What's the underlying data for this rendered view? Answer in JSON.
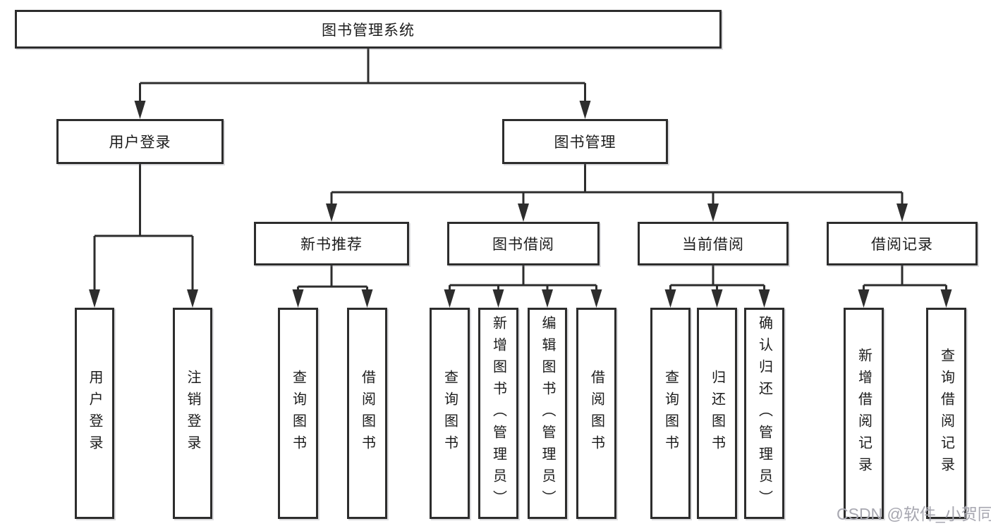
{
  "diagram": {
    "title": "图书管理系统",
    "root": {
      "label": "图书管理系统"
    },
    "level2": [
      {
        "label": "用户登录"
      },
      {
        "label": "图书管理"
      }
    ],
    "level3": [
      {
        "label": "新书推荐"
      },
      {
        "label": "图书借阅"
      },
      {
        "label": "当前借阅"
      },
      {
        "label": "借阅记录"
      }
    ],
    "leaves": {
      "under_user_login": [
        {
          "label": "用户登录"
        },
        {
          "label": "注销登录"
        }
      ],
      "under_new_book": [
        {
          "label": "查询图书"
        },
        {
          "label": "借阅图书"
        }
      ],
      "under_book_borrow": [
        {
          "label": "查询图书"
        },
        {
          "label": "新增图书（管理员）"
        },
        {
          "label": "编辑图书（管理员）"
        },
        {
          "label": "借阅图书"
        }
      ],
      "under_current_borrow": [
        {
          "label": "查询图书"
        },
        {
          "label": "归还图书"
        },
        {
          "label": "确认归还（管理员）"
        }
      ],
      "under_borrow_record": [
        {
          "label": "新增借阅记录"
        },
        {
          "label": "查询借阅记录"
        }
      ]
    }
  },
  "watermark": {
    "text": "CSDN @软件_小贺同学"
  },
  "colors": {
    "line": "#2d2d2d",
    "box_border": "#2d2d2d",
    "box_fill": "#ffffff",
    "text": "#1c1c1c",
    "watermark": "#a7a7b0",
    "background": "#ffffff"
  }
}
